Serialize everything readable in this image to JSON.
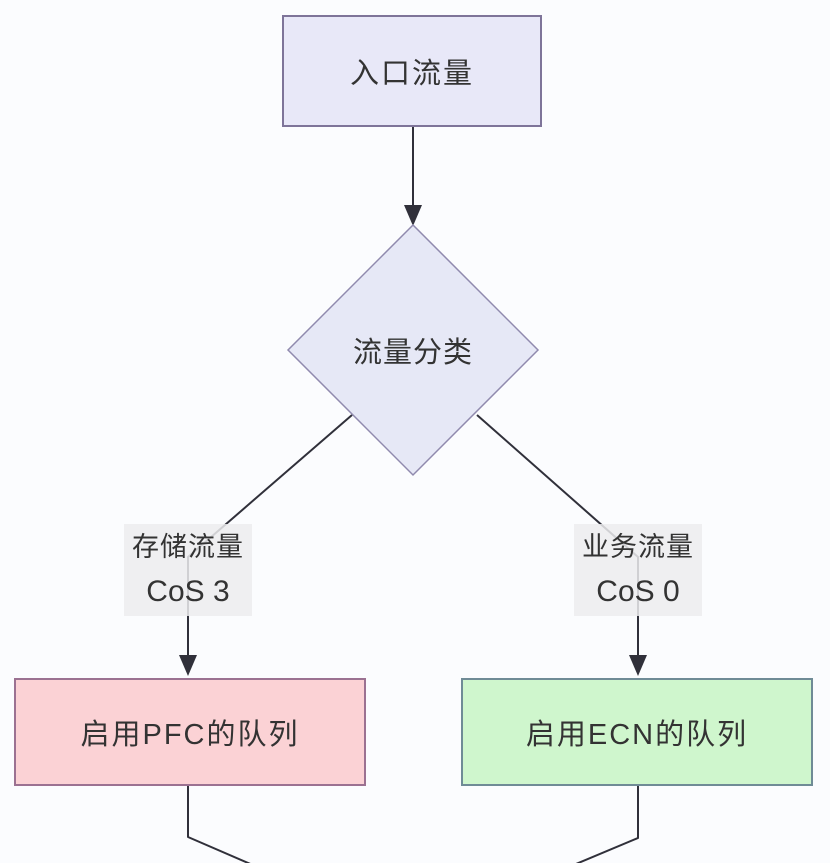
{
  "page": {
    "background": "#fbfcfe",
    "type": "flowchart"
  },
  "nodes": {
    "ingress": {
      "label": "入口流量",
      "fill": "#e8e8f8",
      "border": "#7e7499"
    },
    "classify": {
      "label": "流量分类",
      "fill": "#e6e8f6",
      "border": "#908aae"
    },
    "pfc_queue": {
      "label": "启用PFC的队列",
      "fill": "#fbd2d5",
      "border": "#9b7191"
    },
    "ecn_queue": {
      "label": "启用ECN的队列",
      "fill": "#cff6cd",
      "border": "#6f8b96"
    }
  },
  "edge_labels": {
    "storage": {
      "line1": "存储流量",
      "line2": "CoS 3"
    },
    "service": {
      "line1": "业务流量",
      "line2": "CoS 0"
    }
  },
  "edges": {
    "color": "#30303a"
  }
}
